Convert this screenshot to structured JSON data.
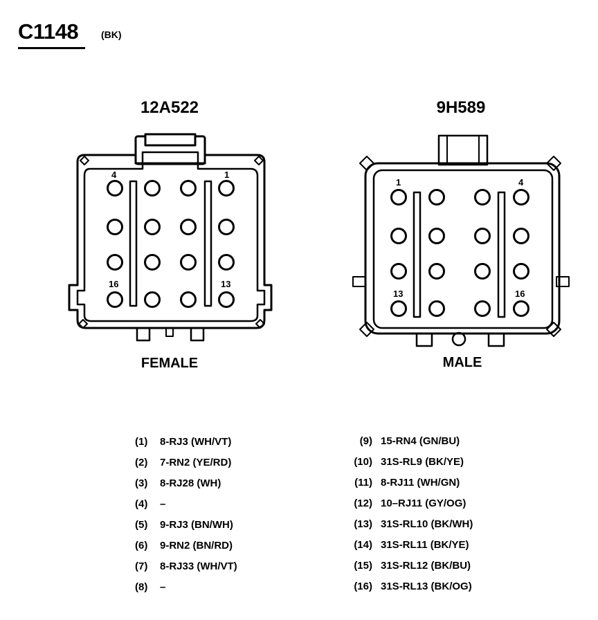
{
  "header": {
    "title": "C1148",
    "color_code": "(BK)"
  },
  "connectors": {
    "left": {
      "part_number": "12A522",
      "gender": "FEMALE",
      "pin_labels": [
        "4",
        "1",
        "16",
        "13"
      ]
    },
    "right": {
      "part_number": "9H589",
      "gender": "MALE",
      "pin_labels": [
        "1",
        "4",
        "13",
        "16"
      ]
    }
  },
  "pinout": {
    "left": [
      {
        "pin": "(1)",
        "circuit": "8-RJ3 (WH/VT)"
      },
      {
        "pin": "(2)",
        "circuit": "7-RN2 (YE/RD)"
      },
      {
        "pin": "(3)",
        "circuit": "8-RJ28 (WH)"
      },
      {
        "pin": "(4)",
        "circuit": "–"
      },
      {
        "pin": "(5)",
        "circuit": "9-RJ3 (BN/WH)"
      },
      {
        "pin": "(6)",
        "circuit": "9-RN2 (BN/RD)"
      },
      {
        "pin": "(7)",
        "circuit": "8-RJ33 (WH/VT)"
      },
      {
        "pin": "(8)",
        "circuit": "–"
      }
    ],
    "right": [
      {
        "pin": "(9)",
        "circuit": "15-RN4 (GN/BU)"
      },
      {
        "pin": "(10)",
        "circuit": "31S-RL9 (BK/YE)"
      },
      {
        "pin": "(11)",
        "circuit": "8-RJ11 (WH/GN)"
      },
      {
        "pin": "(12)",
        "circuit": "10–RJ11 (GY/OG)"
      },
      {
        "pin": "(13)",
        "circuit": "31S-RL10 (BK/WH)"
      },
      {
        "pin": "(14)",
        "circuit": "31S-RL11 (BK/YE)"
      },
      {
        "pin": "(15)",
        "circuit": "31S-RL12 (BK/BU)"
      },
      {
        "pin": "(16)",
        "circuit": "31S-RL13 (BK/OG)"
      }
    ]
  }
}
